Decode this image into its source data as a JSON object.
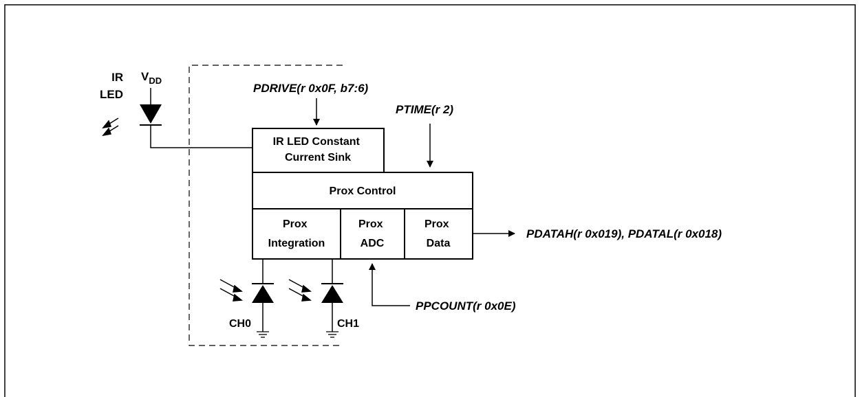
{
  "diagram": {
    "ir_led_label_line1": "IR",
    "ir_led_label_line2": "LED",
    "vdd_label": "V",
    "vdd_subscript": "DD",
    "pdrive_register": "PDRIVE(r 0x0F, b7:6)",
    "ptime_register": "PTIME(r 2)",
    "sink_block_line1": "IR LED Constant",
    "sink_block_line2": "Current Sink",
    "prox_control": "Prox Control",
    "prox_integration_line1": "Prox",
    "prox_integration_line2": "Integration",
    "prox_adc_line1": "Prox",
    "prox_adc_line2": "ADC",
    "prox_data_line1": "Prox",
    "prox_data_line2": "Data",
    "pdata_register": "PDATAH(r 0x019), PDATAL(r 0x018)",
    "ppcount_register": "PPCOUNT(r 0x0E)",
    "ch0_label": "CH0",
    "ch1_label": "CH1"
  }
}
